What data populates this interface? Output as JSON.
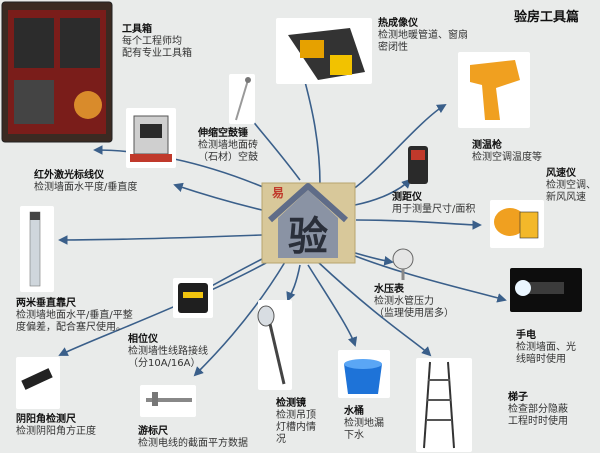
{
  "page_title": "验房工具篇",
  "center_char": "验",
  "center_small_char": "易",
  "tools": [
    {
      "id": "toolbox",
      "name": "工具箱",
      "desc": [
        "每个工程师均",
        "配有专业工具箱"
      ]
    },
    {
      "id": "thermal",
      "name": "热成像仪",
      "desc": [
        "检测地暖管道、窗扇",
        "密闭性"
      ]
    },
    {
      "id": "hammer",
      "name": "伸缩空鼓锤",
      "desc": [
        "检测墙地面砖",
        "（石材）空鼓"
      ]
    },
    {
      "id": "thermometer",
      "name": "测温枪",
      "desc": [
        "检测空调温度等"
      ]
    },
    {
      "id": "laser_level",
      "name": "红外激光标线仪",
      "desc": [
        "检测墙面水平度/垂直度"
      ]
    },
    {
      "id": "rangefinder",
      "name": "测距仪",
      "desc": [
        "用于测量尺寸/面积"
      ]
    },
    {
      "id": "anemometer",
      "name": "风速仪",
      "desc": [
        "检测空调、",
        "新风风速"
      ]
    },
    {
      "id": "ruler",
      "name": "两米垂直靠尺",
      "desc": [
        "检测墙地面水平/垂直/平整",
        "度偏差，配合塞尺使用。"
      ]
    },
    {
      "id": "pressure",
      "name": "水压表",
      "desc": [
        "检测水管压力",
        "（监理使用居多）"
      ]
    },
    {
      "id": "phase",
      "name": "相位仪",
      "desc": [
        "检测墙性线路接线",
        "（分10A/16A）"
      ]
    },
    {
      "id": "flashlight",
      "name": "手电",
      "desc": [
        "检测墙面、光",
        "线暗时使用"
      ]
    },
    {
      "id": "angle",
      "name": "阴阳角检测尺",
      "desc": [
        "检测阴阳角方正度"
      ]
    },
    {
      "id": "caliper",
      "name": "游标尺",
      "desc": [
        "检测电线的截面平方数据"
      ]
    },
    {
      "id": "mirror",
      "name": "检测镜",
      "desc": [
        "检测吊顶",
        "灯槽内情",
        "况"
      ]
    },
    {
      "id": "bucket",
      "name": "水桶",
      "desc": [
        "检测地漏",
        "下水"
      ]
    },
    {
      "id": "ladder",
      "name": "梯子",
      "desc": [
        "检查部分隐蔽",
        "工程时时使用"
      ]
    }
  ],
  "colors": {
    "background": "#e9ebea",
    "arrow": "#3a5f8a",
    "center_bg": "#d8c89a",
    "house": "#7d8aa6",
    "char": "#2a2f3a",
    "accent": "#c0392b"
  }
}
